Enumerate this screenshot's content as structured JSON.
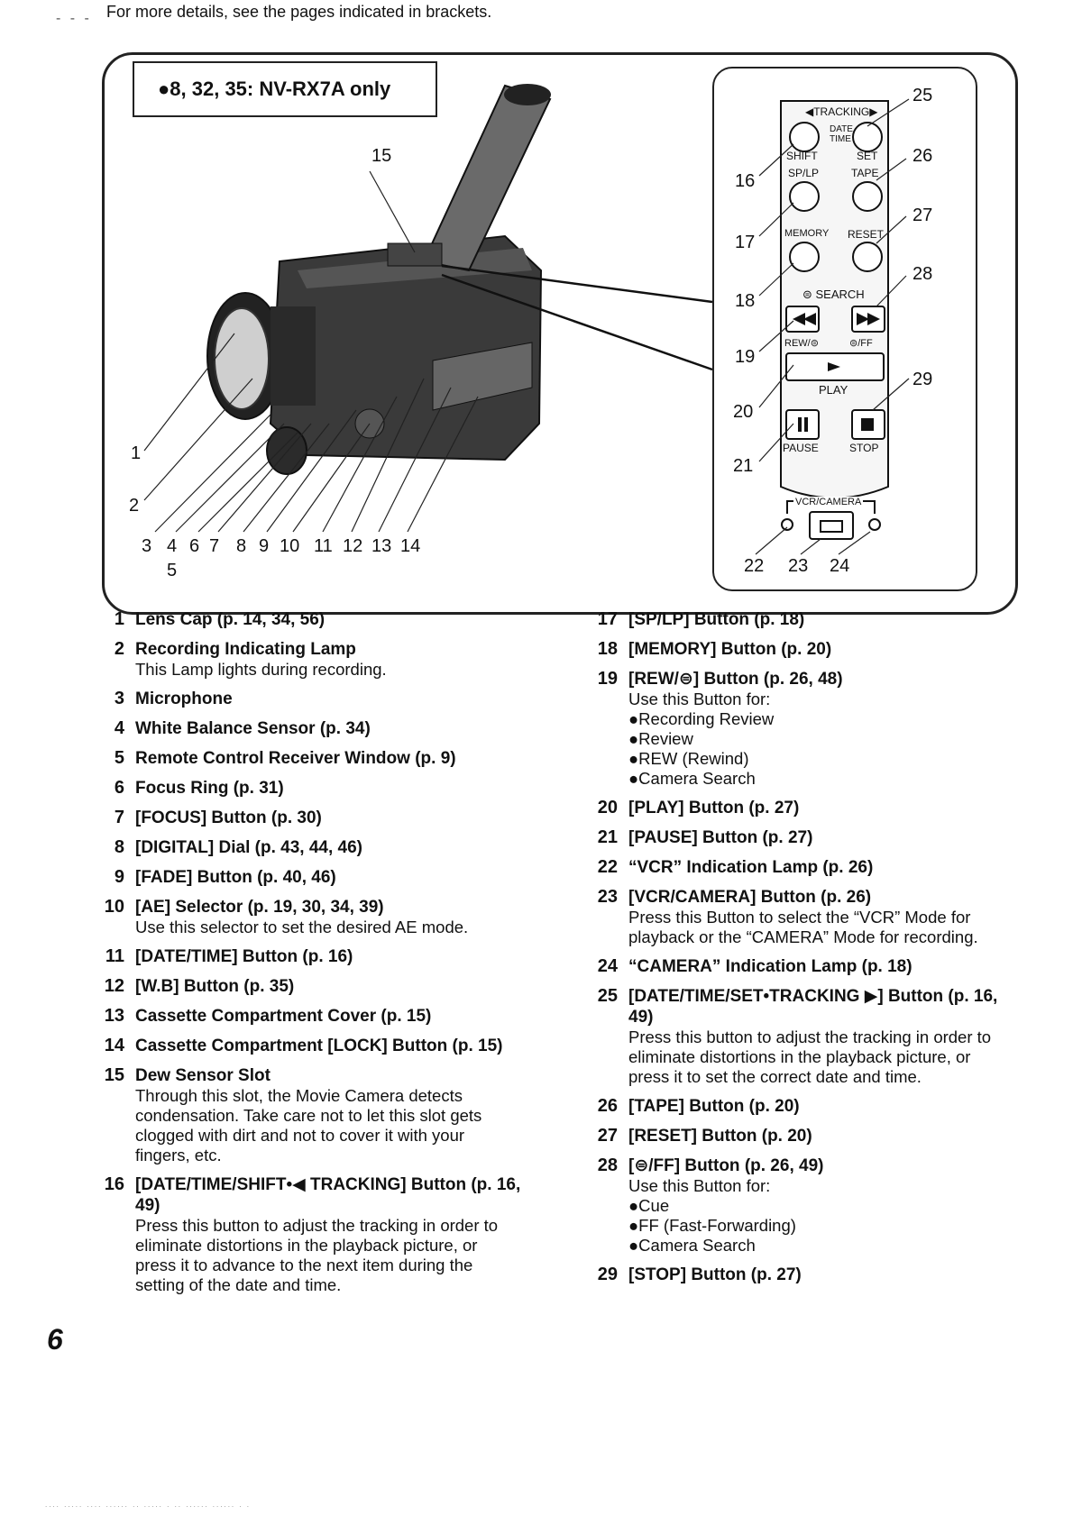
{
  "top_note": "For more details, see the pages indicated in brackets.",
  "model_note": "●8, 32, 35: NV-RX7A only",
  "page_number": "6",
  "figure": {
    "camera_callouts": [
      "1",
      "2",
      "3",
      "4",
      "5",
      "6",
      "7",
      "8",
      "9",
      "10",
      "11",
      "12",
      "13",
      "14",
      "15"
    ],
    "remote_callouts": [
      "16",
      "17",
      "18",
      "19",
      "20",
      "21",
      "22",
      "23",
      "24",
      "25",
      "26",
      "27",
      "28",
      "29"
    ],
    "remote_labels": {
      "tracking": "◀TRACKING▶",
      "date_time": "DATE TIME",
      "shift": "SHIFT",
      "set": "SET",
      "sp_lp": "SP/LP",
      "tape": "TAPE",
      "memory": "MEMORY",
      "reset": "RESET",
      "search": "⊜ SEARCH",
      "rew": "REW/⊜",
      "ff": "⊜/FF",
      "play": "PLAY",
      "pause": "PAUSE",
      "stop": "STOP",
      "vcr_camera": "VCR/CAMERA"
    }
  },
  "left_items": [
    {
      "num": "1",
      "title": "Lens Cap (p. 14, 34, 56)"
    },
    {
      "num": "2",
      "title": "Recording Indicating Lamp",
      "desc": "This Lamp lights during recording."
    },
    {
      "num": "3",
      "title": "Microphone"
    },
    {
      "num": "4",
      "title": "White Balance Sensor (p. 34)"
    },
    {
      "num": "5",
      "title": "Remote Control Receiver Window (p. 9)"
    },
    {
      "num": "6",
      "title": "Focus Ring (p. 31)"
    },
    {
      "num": "7",
      "title": "[FOCUS] Button (p. 30)"
    },
    {
      "num": "8",
      "title": "[DIGITAL] Dial (p. 43, 44, 46)"
    },
    {
      "num": "9",
      "title": "[FADE] Button (p. 40, 46)"
    },
    {
      "num": "10",
      "title": "[AE] Selector (p. 19, 30, 34, 39)",
      "desc": "Use this selector to set the desired AE mode."
    },
    {
      "num": "11",
      "title": "[DATE/TIME] Button (p. 16)"
    },
    {
      "num": "12",
      "title": "[W.B] Button (p. 35)"
    },
    {
      "num": "13",
      "title": "Cassette Compartment Cover (p. 15)"
    },
    {
      "num": "14",
      "title": "Cassette Compartment [LOCK] Button (p. 15)"
    },
    {
      "num": "15",
      "title": "Dew Sensor Slot",
      "desc": "Through this slot, the Movie Camera detects condensation. Take care not to let this slot gets clogged with dirt and not to cover it with your fingers, etc."
    },
    {
      "num": "16",
      "title": "[DATE/TIME/SHIFT•◀ TRACKING] Button (p. 16, 49)",
      "desc": "Press this button to adjust the tracking in order to eliminate distortions in the playback picture, or press it to advance to the next item during the setting of the date and time."
    }
  ],
  "right_items": [
    {
      "num": "17",
      "title": "[SP/LP] Button (p. 18)"
    },
    {
      "num": "18",
      "title": "[MEMORY] Button (p. 20)"
    },
    {
      "num": "19",
      "title": "[REW/⊜] Button (p. 26, 48)",
      "desc": "Use this Button for:",
      "bullets": [
        "●Recording Review",
        "●Review",
        "●REW (Rewind)",
        "●Camera Search"
      ]
    },
    {
      "num": "20",
      "title": "[PLAY] Button (p. 27)"
    },
    {
      "num": "21",
      "title": "[PAUSE] Button (p. 27)"
    },
    {
      "num": "22",
      "title": "“VCR” Indication Lamp (p. 26)"
    },
    {
      "num": "23",
      "title": "[VCR/CAMERA] Button (p. 26)",
      "desc": "Press this Button to select the “VCR” Mode for playback or the “CAMERA” Mode for recording."
    },
    {
      "num": "24",
      "title": "“CAMERA” Indication Lamp (p. 18)"
    },
    {
      "num": "25",
      "title": "[DATE/TIME/SET•TRACKING ▶] Button (p. 16, 49)",
      "desc": "Press this button to adjust the tracking in order to eliminate distortions in the playback picture, or press it to set the correct date and time."
    },
    {
      "num": "26",
      "title": "[TAPE] Button (p. 20)"
    },
    {
      "num": "27",
      "title": "[RESET] Button (p. 20)"
    },
    {
      "num": "28",
      "title": "[⊜/FF] Button (p. 26, 49)",
      "desc": "Use this Button for:",
      "bullets": [
        "●Cue",
        "●FF (Fast-Forwarding)",
        "●Camera Search"
      ]
    },
    {
      "num": "29",
      "title": "[STOP] Button (p. 27)"
    }
  ]
}
